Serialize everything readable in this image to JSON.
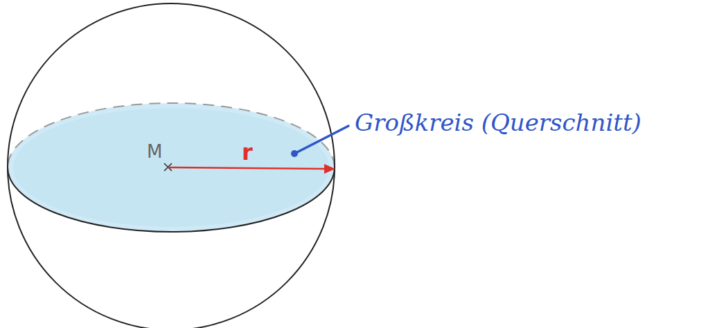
{
  "diagram": {
    "labels": [
      "M",
      "r",
      "Großkreis (Querschnitt)"
    ]
  }
}
